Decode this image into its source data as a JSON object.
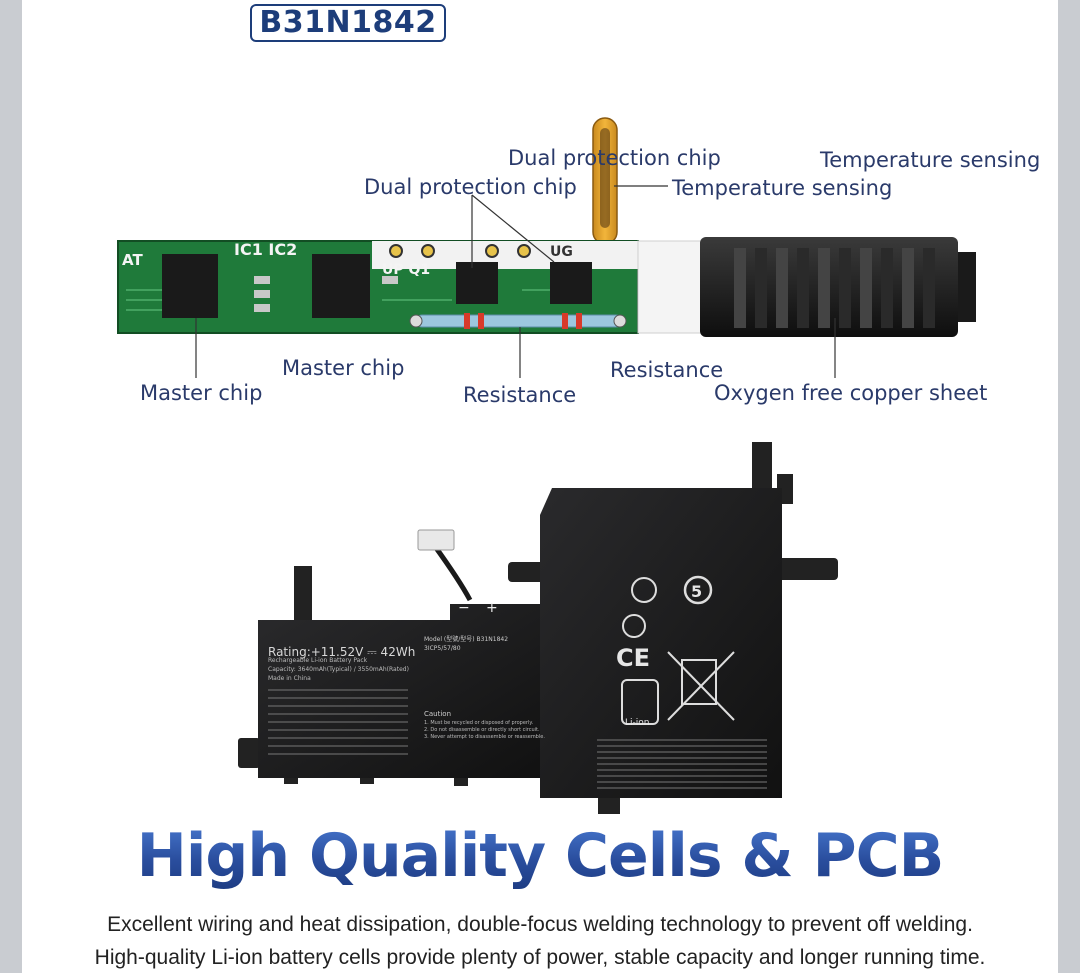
{
  "model": "B31N1842",
  "pcb": {
    "silk": {
      "at": "AT",
      "ic": "IC1 IC2",
      "up": "UP Q1",
      "ug": "UG"
    },
    "labels": {
      "dual_protection_1": "Dual protection chip",
      "dual_protection_2": "Dual protection chip",
      "temperature_1": "Temperature sensing",
      "temperature_2": "Temperature sensing",
      "master_1": "Master chip",
      "master_2": "Master chip",
      "resistance_1": "Resistance",
      "resistance_2": "Resistance",
      "copper": "Oxygen free copper sheet"
    }
  },
  "battery": {
    "minus": "−",
    "plus": "+",
    "rating": "Rating:+11.52V ⎓ 42Wh",
    "pack_type": "Rechargeable Li-ion Battery Pack",
    "capacity": "Capacity: 3640mAh(Typical) / 3550mAh(Rated)",
    "made_in": "Made in China",
    "model_line": "Model (型號/型号) B31N1842",
    "cells": "3ICP5/57/80",
    "caution": "Caution",
    "warnings": [
      "1. Must be recycled or disposed of properly.",
      "2. Do not disassemble or directly short circuit.",
      "3. Never attempt to disassemble or reassemble."
    ],
    "cert_five": "5",
    "ce": "CE",
    "li_ion": "Li-ion"
  },
  "headline": "High Quality Cells & PCB",
  "description": [
    "Excellent wiring and heat dissipation, double-focus welding technology to prevent off welding.",
    "High-quality Li-ion battery cells provide plenty of power, stable capacity and longer running time."
  ],
  "colors": {
    "navy": "#1d3d7a",
    "pcb_green": "#1f7a3a",
    "headline_blue": "#2f57ad",
    "battery_black": "#1c1c1e"
  }
}
